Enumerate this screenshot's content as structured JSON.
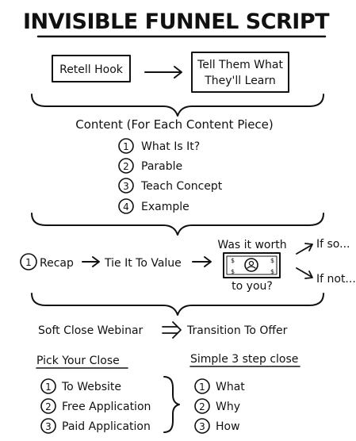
{
  "title": "INVISIBLE FUNNEL SCRIPT",
  "intro": {
    "box_left": "Retell Hook",
    "box_right_line1": "Tell Them What",
    "box_right_line2": "They'll Learn"
  },
  "content": {
    "heading": "Content (For Each Content Piece)",
    "items": [
      {
        "num": "1",
        "label": "What Is It?"
      },
      {
        "num": "2",
        "label": "Parable"
      },
      {
        "num": "3",
        "label": "Teach Concept"
      },
      {
        "num": "4",
        "label": "Example"
      }
    ]
  },
  "value": {
    "recap_num": "1",
    "recap_label": "Recap",
    "tie_label": "Tie It To Value",
    "question_top": "Was it worth",
    "question_bottom": "to you?",
    "if_so": "If so...",
    "if_not": "If not..."
  },
  "close": {
    "soft_close": "Soft Close Webinar",
    "transition": "Transition To Offer",
    "pick_heading": "Pick Your Close",
    "pick_items": [
      {
        "num": "1",
        "label": "To Website"
      },
      {
        "num": "2",
        "label": "Free Application"
      },
      {
        "num": "3",
        "label": "Paid Application"
      }
    ],
    "simple_heading": "Simple 3 step close",
    "simple_items": [
      {
        "num": "1",
        "label": "What"
      },
      {
        "num": "2",
        "label": "Why"
      },
      {
        "num": "3",
        "label": "How"
      }
    ]
  }
}
